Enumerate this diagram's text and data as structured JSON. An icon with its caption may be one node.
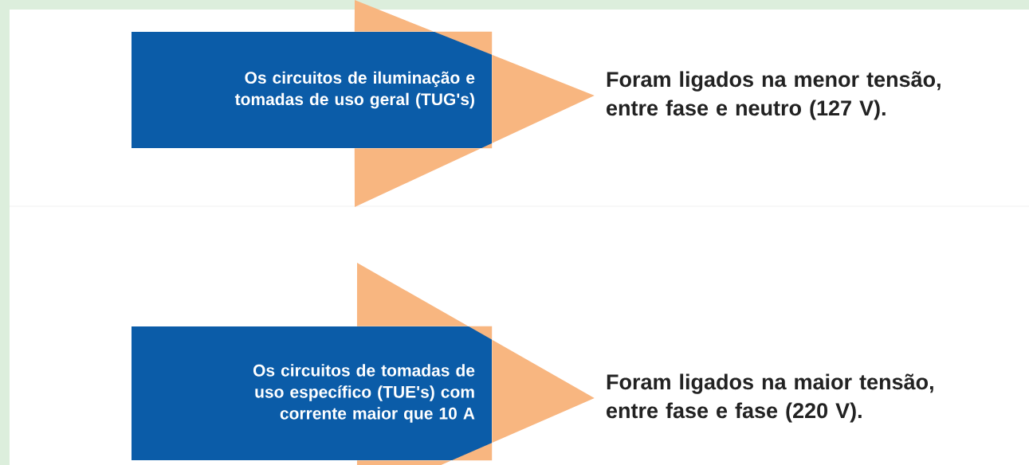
{
  "diagram": {
    "nodes": [
      {
        "text": [
          "Os circuitos de iluminação e tomadas de uso geral (TUG's)"
        ]
      },
      {
        "text": [
          "Foram ligados na menor tensão, entre fase e neutro (127 V)."
        ]
      },
      {
        "text": [
          "Os circuitos de tomadas de uso específico (TUE's) com corrente maior que 10 A"
        ]
      },
      {
        "text": [
          "Foram ligados na maior tensão, entre fase e fase (220 V)."
        ]
      }
    ],
    "edges": [
      {
        "from": 0,
        "to": 1,
        "arrow": "to"
      },
      {
        "from": 2,
        "to": 3,
        "arrow": "to"
      }
    ]
  }
}
